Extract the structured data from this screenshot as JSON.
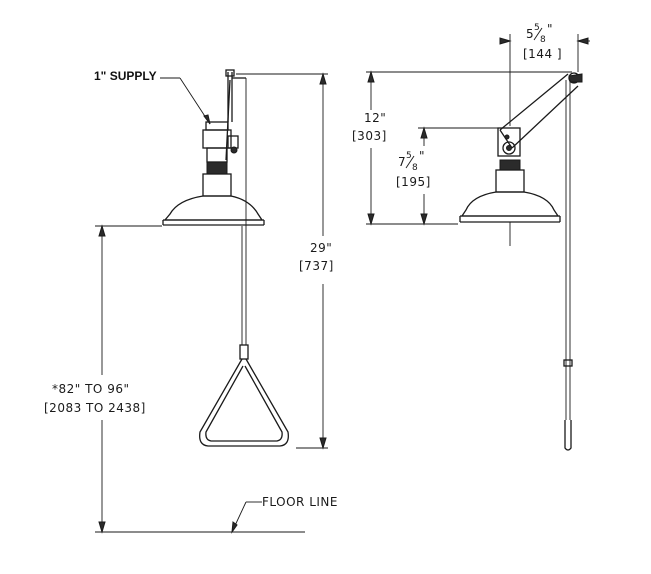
{
  "labels": {
    "supply": "1\" SUPPLY",
    "floor": "FLOOR LINE"
  },
  "dimensions": {
    "overall_height_in": "29\"",
    "overall_height_mm": "[737]",
    "mount_height_in": "*82\" TO 96\"",
    "mount_height_mm": "[2083 TO 2438]",
    "arm_rise_in": "12\"",
    "arm_rise_mm": "[303]",
    "head_drop_in_whole": "7",
    "head_drop_in_num": "5",
    "head_drop_in_den": "8",
    "head_drop_in_mark": "\"",
    "head_drop_mm": "[195]",
    "offset_in_whole": "5",
    "offset_in_num": "5",
    "offset_in_den": "8",
    "offset_in_mark": "\"",
    "offset_mm": "[144 ]"
  },
  "colors": {
    "line": "#1a1a1a",
    "background": "#ffffff"
  }
}
